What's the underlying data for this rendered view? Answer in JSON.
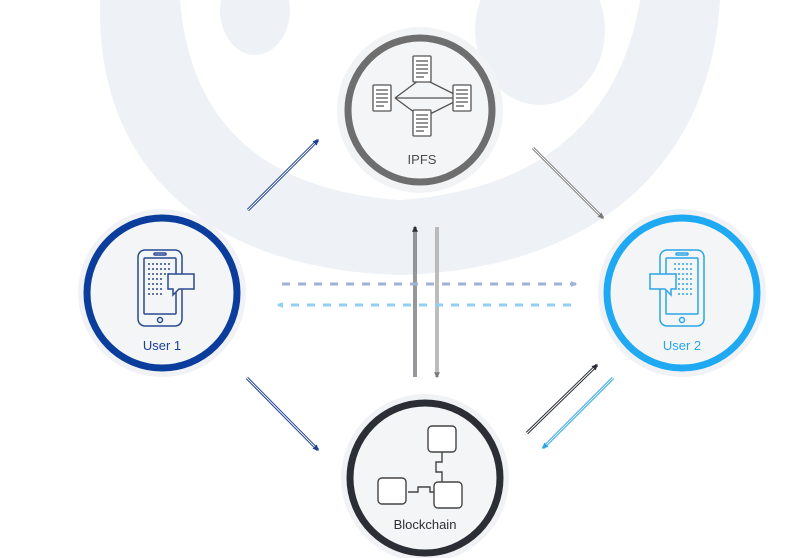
{
  "nodes": {
    "ipfs": {
      "label": "IPFS",
      "ring_color": "#6e6e6e"
    },
    "user1": {
      "label": "User 1",
      "ring_color": "#0b3d9c",
      "text_color": "#1a3f95"
    },
    "user2": {
      "label": "User 2",
      "ring_color": "#1ea9f2",
      "text_color": "#2aa5e6"
    },
    "blockchain": {
      "label": "Blockchain",
      "ring_color": "#2b2f35"
    }
  },
  "colors": {
    "background_watermark": "#eef2f7",
    "arrow_navy": "#1a3f95",
    "arrow_gray": "#8a8a8a",
    "arrow_dark": "#2b2f35",
    "arrow_light_blue": "#2aa5e6",
    "dashed_top": "#9fb3d6",
    "dashed_bottom": "#8fd0f3"
  }
}
